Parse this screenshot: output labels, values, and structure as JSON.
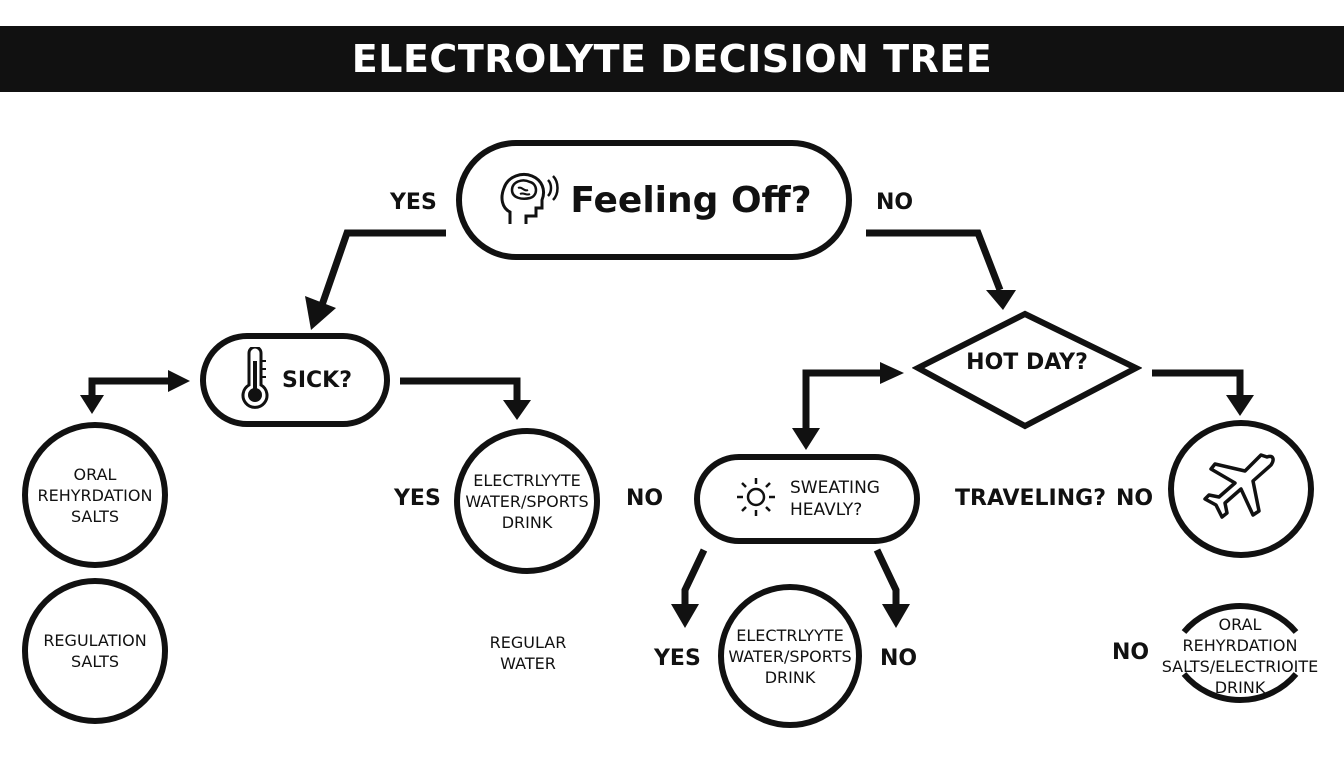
{
  "title": "ELECTROLYTE DECISION TREE",
  "root": {
    "label": "Feeling Off?",
    "icon": "brain-head-icon",
    "yes": "YES",
    "no": "NO"
  },
  "sick": {
    "label": "SICK?",
    "icon": "thermometer-icon"
  },
  "hot_day": {
    "label": "HOT DAY?"
  },
  "sweating": {
    "line1": "SWEATING",
    "line2": "HEAVLY?",
    "icon": "sun-icon"
  },
  "left_branch": {
    "ors": [
      "ORAL",
      "REHYRDATION",
      "SALTS"
    ],
    "regulation": [
      "REGULATION",
      "SALTS"
    ],
    "yes": "YES",
    "no": "NO",
    "electrolyte": [
      "ELECTRLYYTE",
      "WATER/SPORTS",
      "DRINK"
    ],
    "regular": [
      "REGULAR",
      "WATER"
    ]
  },
  "right_branch": {
    "yes": "YES",
    "no": "NO",
    "electrolyte": [
      "ELECTRLYYTE",
      "WATER/SPORTS",
      "DRINK"
    ],
    "traveling": "TRAVELING?",
    "traveling_no": "NO",
    "plane_icon": "airplane-icon",
    "bottom_no": "NO",
    "ors_drink": [
      "ORAL",
      "REHYRDATION",
      "SALTS/ELECTRIOITE",
      "DRINK"
    ]
  },
  "colors": {
    "ink": "#111111",
    "background": "#ffffff"
  }
}
